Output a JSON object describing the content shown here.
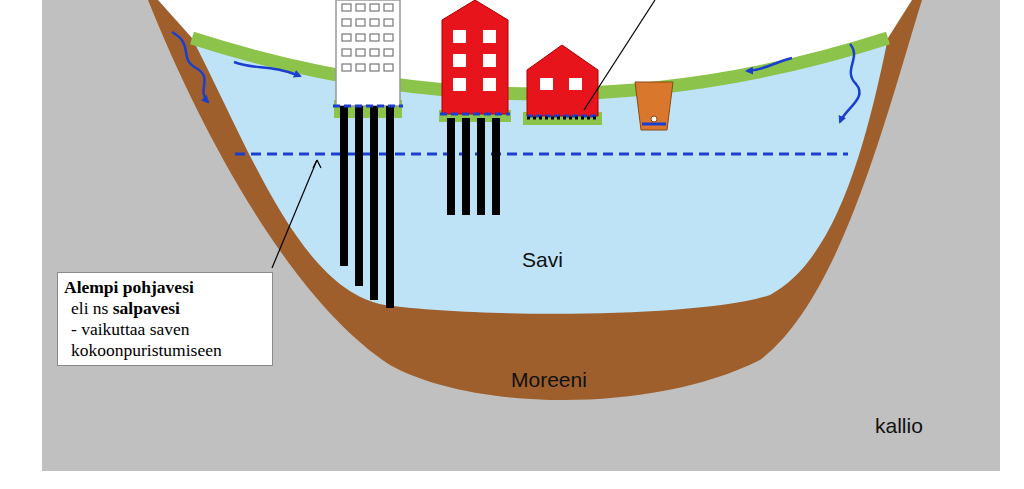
{
  "diagram": {
    "nodes": [
      {
        "text": [
          "Alempi pohjavesi",
          "eli ns",
          "salpavesi",
          "- vaikuttaa saven kokoonpuristumiseen"
        ]
      }
    ],
    "labels": [
      "Savi",
      "Moreeni",
      "kallio"
    ]
  }
}
